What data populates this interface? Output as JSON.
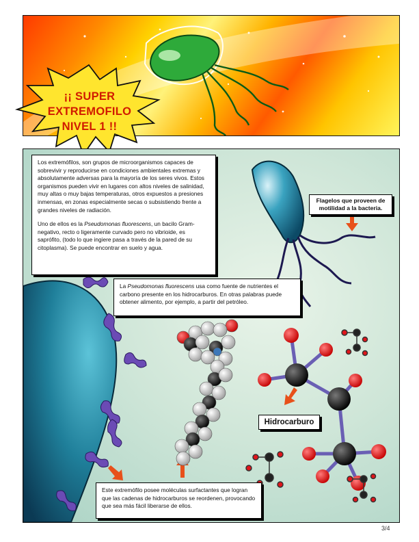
{
  "title": {
    "line1": "¡¡ SUPER EXTREMOFILO",
    "line2": "NIVEL 1 !!"
  },
  "intro": {
    "p1": "Los extremófilos, son grupos de microorganismos capaces de sobrevivir y reproducirse en condiciones ambientales extremas y absolutamente adversas para la mayoría de los seres vivos. Estos organismos pueden vivir en lugares con altos niveles de salinidad, muy altas o muy bajas temperaturas, otros expuestos a presiones inmensas, en zonas especialmente secas o subsistiendo frente a grandes niveles de radiación.",
    "p2_before": "Uno de ellos es la ",
    "p2_species": "Pseudomonas fluorescens",
    "p2_after": ", un bacilo Gram-negativo, recto o ligeramente curvado pero no vibrioide, es saprófito, (todo lo que ingiere pasa a través de la pared de su citoplasma). Se puede encontrar en suelo y agua."
  },
  "flagella_label": "Flagelos que proveen de motilidad a la bacteria.",
  "nutrient": {
    "before": "La ",
    "species": "Pseudomonas fluorescens",
    "after": " usa como fuente de nutrientes el carbono presente en los hidrocarburos. En otras palabras puede obtener alimento, por ejemplo, a partir del petróleo."
  },
  "hydrocarbon_label": "Hidrocarburo",
  "surfactant_text": "Este extremófilo posee moléculas surfactantes que logran que las cadenas de hidrocarburos se reordenen, provocando que sea más fácil liberarse de ellos.",
  "page_number": "3/4",
  "colors": {
    "arrow": "#e8501a",
    "bacterium": "#1f7f9a",
    "atom_red": "#e0151b",
    "bond": "#6a5fb4"
  }
}
